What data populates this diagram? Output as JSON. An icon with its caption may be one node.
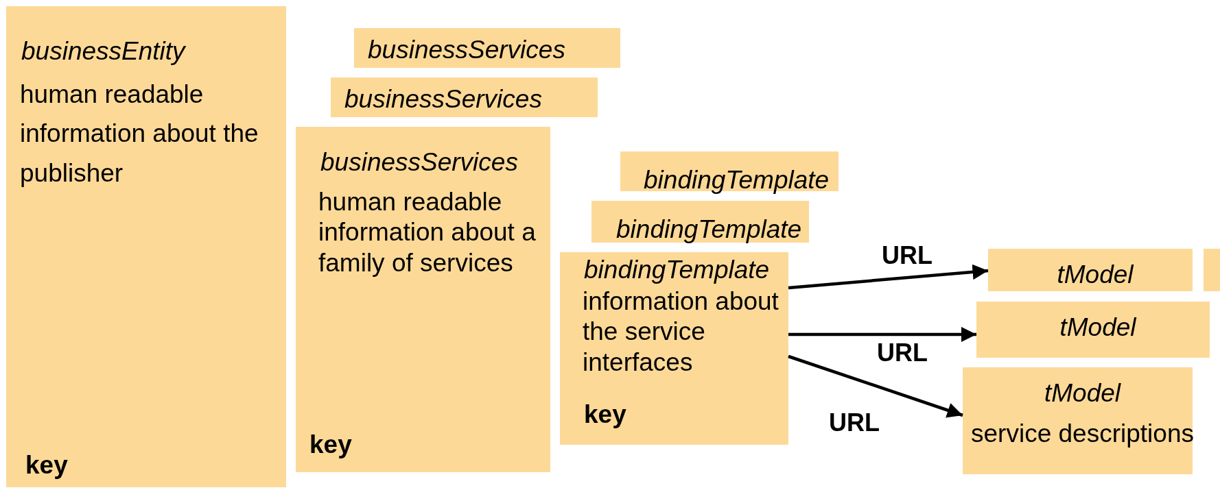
{
  "diagram": {
    "nodes": [
      {
        "text": [
          "businessEntity",
          "human readable information about the publisher",
          "key"
        ]
      },
      {
        "text": [
          "businessServices"
        ]
      },
      {
        "text": [
          "businessServices"
        ]
      },
      {
        "text": [
          "businessServices",
          "human readable information about a family of services",
          "key"
        ]
      },
      {
        "text": [
          "bindingTemplate"
        ]
      },
      {
        "text": [
          "bindingTemplate"
        ]
      },
      {
        "text": [
          "bindingTemplate",
          "information about the service interfaces",
          "key"
        ]
      },
      {
        "text": [
          "tModel"
        ]
      },
      {
        "text": [
          "tModel"
        ]
      },
      {
        "text": [
          "tModel",
          "service descriptions"
        ]
      },
      {
        "text": [],
        "shape": "box"
      }
    ],
    "edges": [
      {
        "from": 6,
        "to": 7,
        "arrow": "to",
        "label": "URL"
      },
      {
        "from": 6,
        "to": 8,
        "arrow": "to",
        "label": "URL"
      },
      {
        "from": 6,
        "to": 9,
        "arrow": "to",
        "label": "URL"
      }
    ]
  }
}
